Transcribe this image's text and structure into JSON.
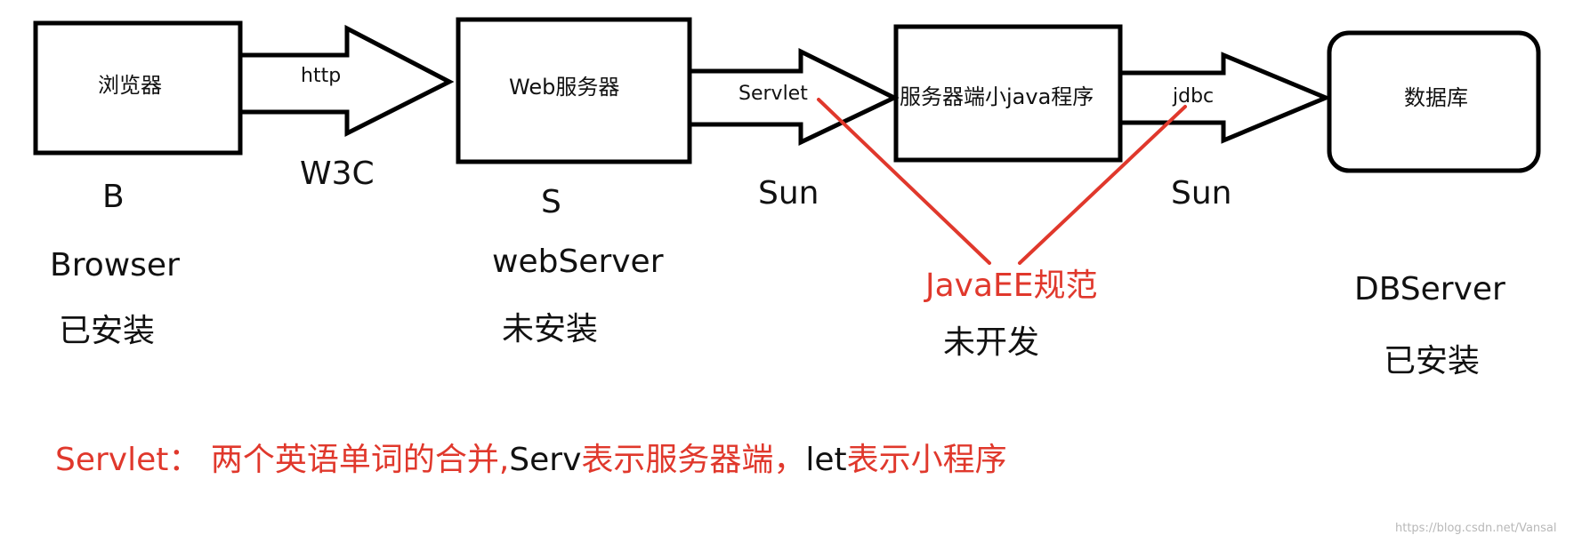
{
  "colors": {
    "line": "#000000",
    "accent": "#e0382c",
    "watermark": "#b8b8b8"
  },
  "boxes": {
    "browser": "浏览器",
    "web_server": "Web服务器",
    "servlet_program": "服务器端小java程序",
    "database": "数据库"
  },
  "arrows": {
    "http": "http",
    "servlet": "Servlet",
    "jdbc": "jdbc"
  },
  "labels": {
    "w3c": "W3C",
    "sun_1": "Sun",
    "sun_2": "Sun",
    "b": "B",
    "browser": "Browser",
    "browser_status": "已安装",
    "s": "S",
    "web_server": "webServer",
    "web_server_status": "未安装",
    "javaee": "JavaEE规范",
    "program_status": "未开发",
    "db_server": "DBServer",
    "db_status": "已安装"
  },
  "note": {
    "prefix": "Servlet：  两个英语单词的合并,",
    "serv": "Serv",
    "serv_meaning": "表示服务器端，",
    "let": "let",
    "let_meaning": "表示小程序"
  },
  "watermark": "https://blog.csdn.net/Vansal"
}
